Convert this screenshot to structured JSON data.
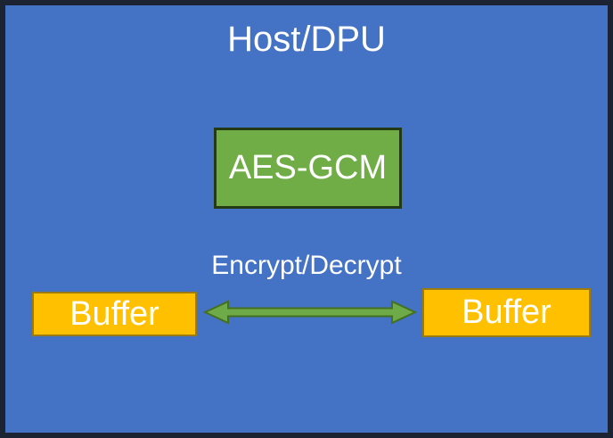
{
  "diagram": {
    "title": "Host/DPU",
    "nodes": {
      "aes_gcm": {
        "label": "AES-GCM",
        "shape": "rectangle"
      },
      "buffer_left": {
        "label": "Buffer",
        "shape": "rectangle"
      },
      "buffer_right": {
        "label": "Buffer",
        "shape": "rectangle"
      }
    },
    "arrow": {
      "label": "Encrypt/Decrypt",
      "direction": "bidirectional",
      "from": "buffer_left",
      "to": "buffer_right"
    }
  },
  "colors": {
    "background": "#4472C4",
    "frame_border": "#1C2434",
    "aes_box_fill": "#70AD47",
    "aes_box_border": "#243A14",
    "buffer_fill": "#FFC000",
    "buffer_border": "#9C7A12",
    "arrow_fill": "#6FAA49",
    "arrow_outline": "#44701F",
    "text": "#FFFFFF"
  }
}
